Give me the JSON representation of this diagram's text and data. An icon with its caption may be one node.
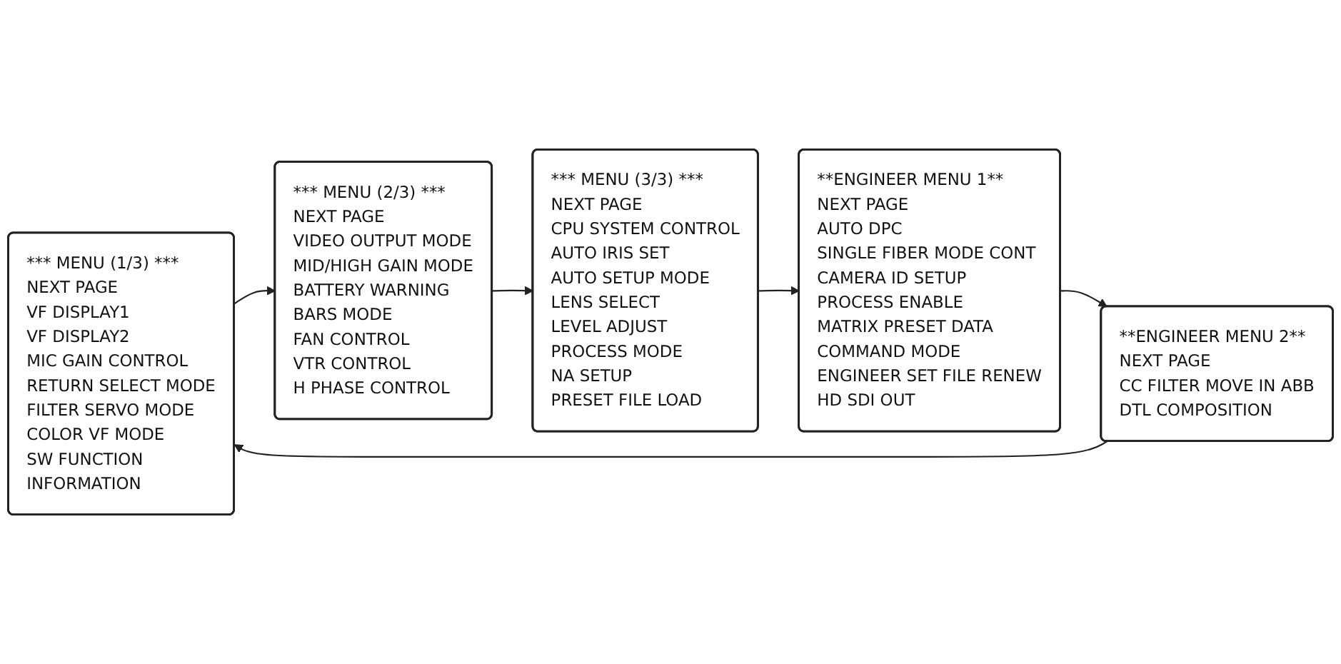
{
  "diagram": {
    "nodes": [
      {
        "text": [
          "*** MENU (1/3) ***",
          "NEXT PAGE",
          "VF DISPLAY1",
          "VF DISPLAY2",
          "MIC GAIN CONTROL",
          "RETURN SELECT MODE",
          "FILTER SERVO MODE",
          "COLOR VF MODE",
          "SW FUNCTION",
          "INFORMATION"
        ]
      },
      {
        "text": [
          "*** MENU (2/3) ***",
          "NEXT PAGE",
          "VIDEO OUTPUT MODE",
          "MID/HIGH GAIN MODE",
          "BATTERY WARNING",
          "BARS MODE",
          "FAN CONTROL",
          "VTR CONTROL",
          "H PHASE CONTROL"
        ]
      },
      {
        "text": [
          "*** MENU (3/3) ***",
          "NEXT PAGE",
          "CPU SYSTEM CONTROL",
          "AUTO IRIS SET",
          "AUTO SETUP MODE",
          "LENS SELECT",
          "LEVEL ADJUST",
          "PROCESS MODE",
          "NA SETUP",
          "PRESET FILE LOAD"
        ]
      },
      {
        "text": [
          "**ENGINEER MENU 2**",
          "NEXT PAGE",
          "CC FILTER MOVE IN ABB",
          "DTL COMPOSITION"
        ]
      },
      {
        "text": [
          "**ENGINEER MENU 1**",
          "NEXT PAGE",
          "AUTO DPC",
          "SINGLE FIBER MODE CONT",
          "CAMERA ID SETUP",
          "PROCESS ENABLE",
          "MATRIX PRESET DATA",
          "COMMAND MODE",
          "ENGINEER SET FILE RENEW",
          "HD SDI OUT"
        ]
      }
    ],
    "edges": [
      {
        "from": 0,
        "to": 1,
        "arrow": "to"
      },
      {
        "from": 1,
        "to": 2,
        "arrow": "to"
      },
      {
        "from": 2,
        "to": 4,
        "arrow": "to"
      },
      {
        "from": 4,
        "to": 3,
        "arrow": "to"
      },
      {
        "from": 3,
        "to": 0,
        "arrow": "to"
      }
    ]
  }
}
